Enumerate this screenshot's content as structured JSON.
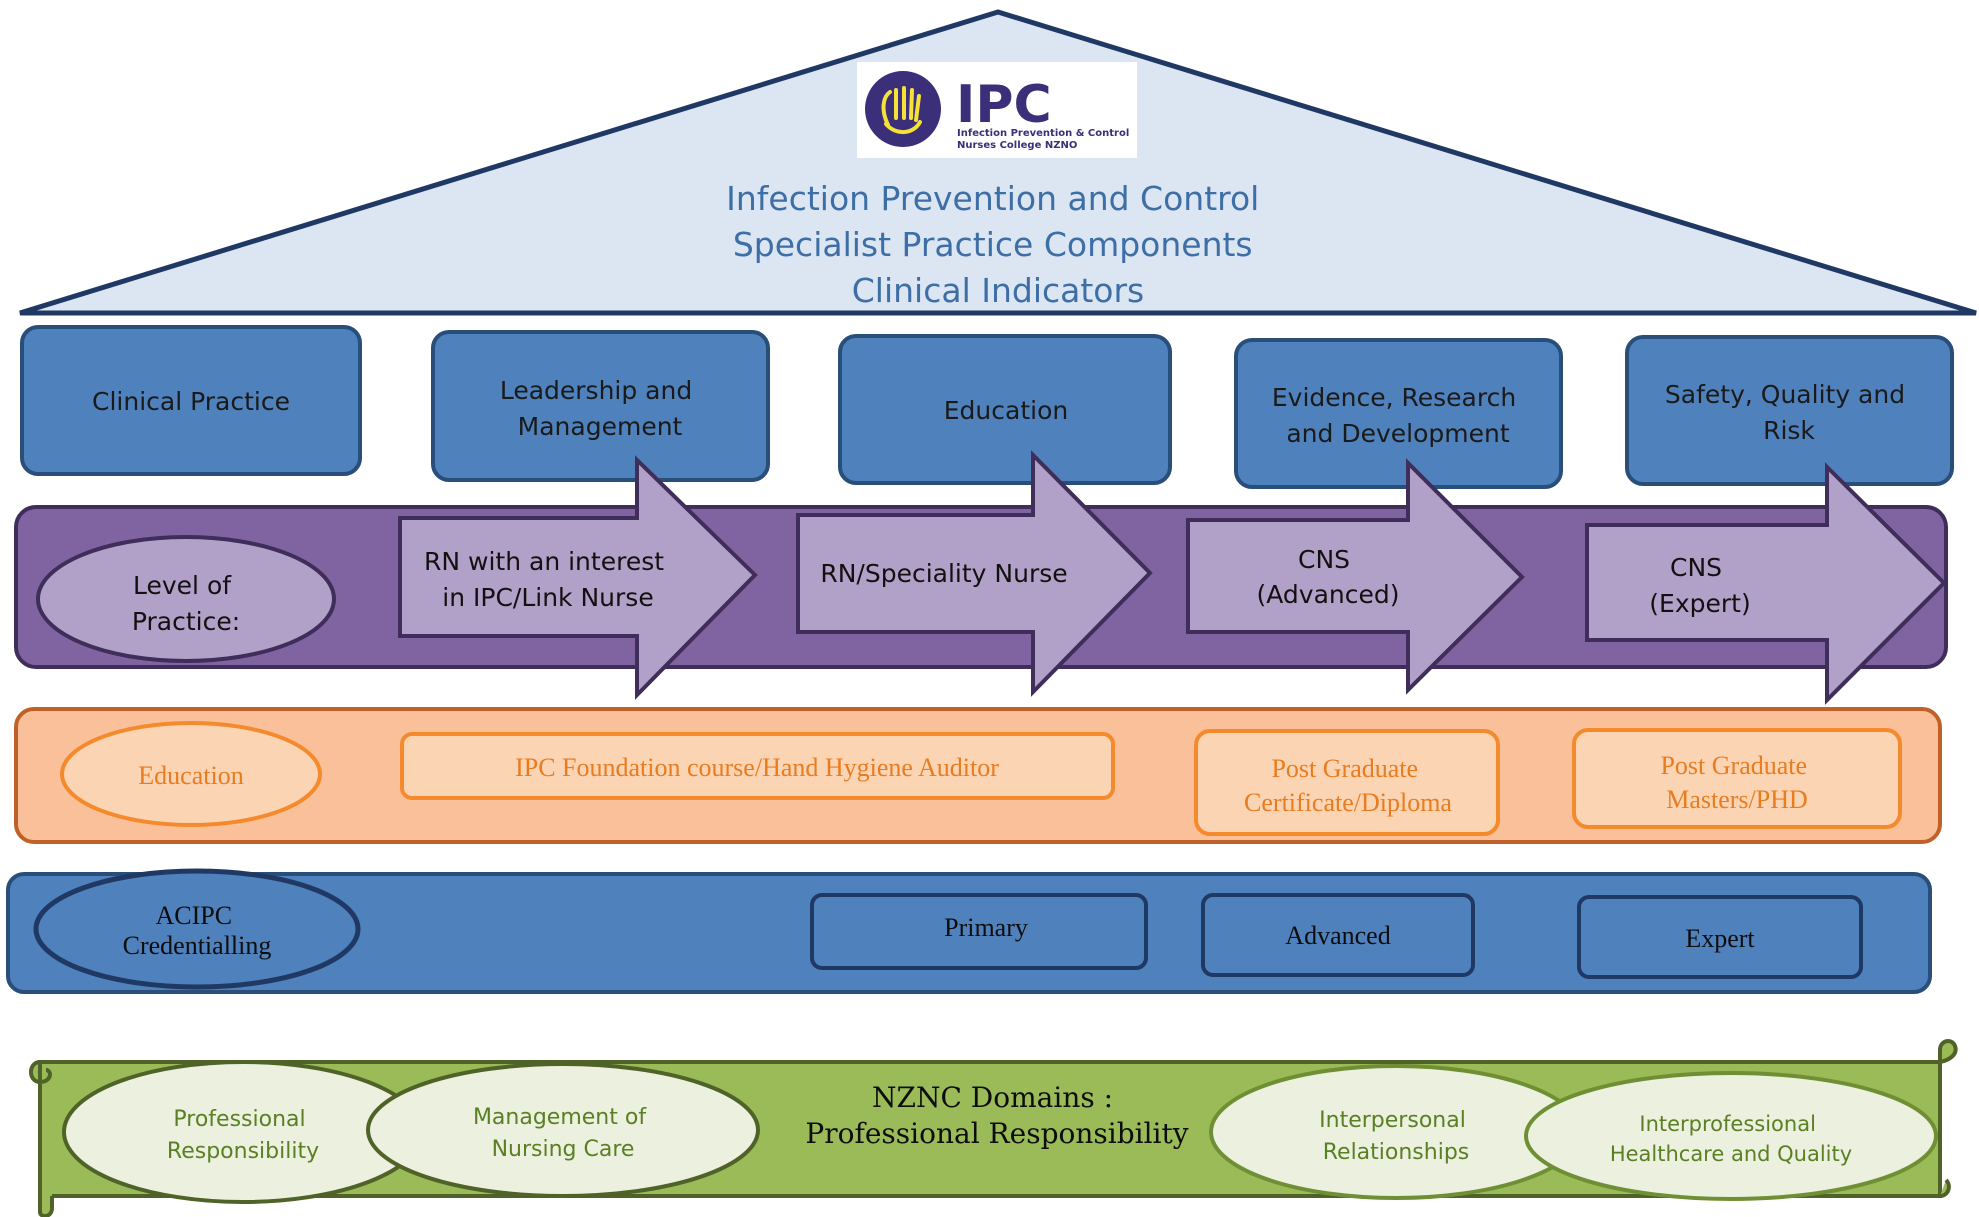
{
  "logo": {
    "acronym": "IPC",
    "line1": "Infection Prevention & Control",
    "line2": "Nurses College NZNO"
  },
  "roof": {
    "lines": [
      "Infection Prevention and Control",
      "Specialist Practice Components",
      "Clinical Indicators"
    ]
  },
  "pillars": [
    {
      "lines": [
        "Clinical Practice"
      ]
    },
    {
      "lines": [
        "Leadership and",
        "Management"
      ]
    },
    {
      "lines": [
        "Education"
      ]
    },
    {
      "lines": [
        "Evidence, Research",
        "and Development"
      ]
    },
    {
      "lines": [
        "Safety, Quality and",
        "Risk"
      ]
    }
  ],
  "level_of_practice": {
    "label": [
      "Level of",
      "Practice:"
    ],
    "arrows": [
      {
        "lines": [
          "RN with an interest",
          "in IPC/Link Nurse"
        ]
      },
      {
        "lines": [
          "RN/Speciality Nurse"
        ]
      },
      {
        "lines": [
          "CNS",
          "(Advanced)"
        ]
      },
      {
        "lines": [
          "CNS",
          "(Expert)"
        ]
      }
    ]
  },
  "education": {
    "label": "Education",
    "items": [
      {
        "lines": [
          "IPC Foundation course/Hand Hygiene Auditor"
        ]
      },
      {
        "lines": [
          "Post Graduate",
          "Certificate/Diploma"
        ]
      },
      {
        "lines": [
          "Post Graduate",
          "Masters/PHD"
        ]
      }
    ]
  },
  "credentialling": {
    "label": [
      "ACIPC",
      "Credentialling"
    ],
    "items": [
      "Primary",
      "Advanced",
      "Expert"
    ]
  },
  "nznc": {
    "title": [
      "NZNC Domains :",
      "Professional Responsibility"
    ],
    "domains": [
      {
        "lines": [
          "Professional",
          "Responsibility"
        ]
      },
      {
        "lines": [
          "Management of",
          "Nursing Care"
        ]
      },
      {
        "lines": [
          "Interpersonal",
          "Relationships"
        ]
      },
      {
        "lines": [
          "Interprofessional",
          "Healthcare and Quality"
        ]
      }
    ]
  },
  "colors": {
    "roof_fill": "#dce6f2",
    "roof_stroke": "#1f3864",
    "pillar_fill": "#4f81bd",
    "purple_band": "#8064a2",
    "purple_light": "#b1a0c7",
    "orange_band": "#f9c09a",
    "orange_light": "#fbd4b4",
    "orange_stroke": "#f58a2c",
    "blue_band": "#4f81bd",
    "green_band": "#9bbb59",
    "green_light": "#ebf1de"
  }
}
